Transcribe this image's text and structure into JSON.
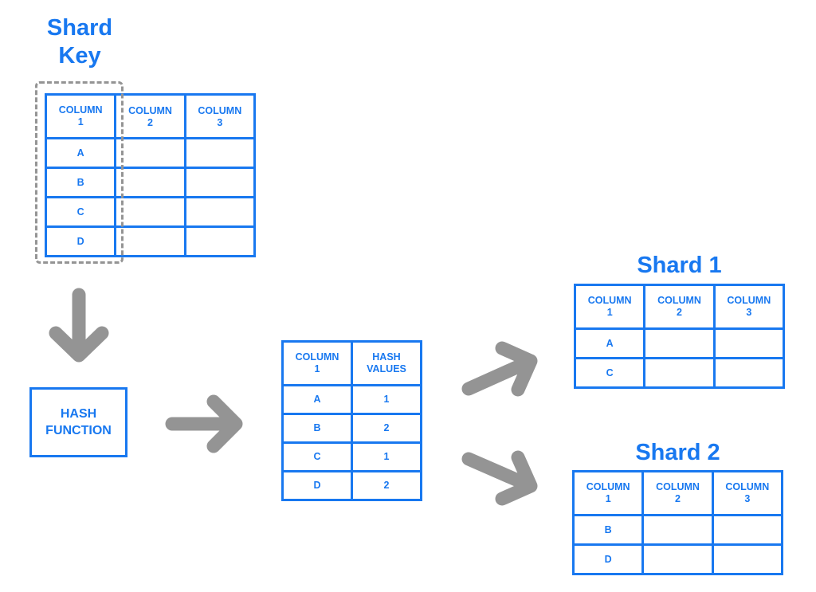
{
  "colors": {
    "accent": "#1878f0",
    "arrow": "#949494",
    "dash": "#949494"
  },
  "shard_key": {
    "title_line1": "Shard",
    "title_line2": "Key",
    "headers": [
      [
        "COLUMN",
        "1"
      ],
      [
        "COLUMN",
        "2"
      ],
      [
        "COLUMN",
        "3"
      ]
    ],
    "rows": [
      [
        "A",
        "",
        ""
      ],
      [
        "B",
        "",
        ""
      ],
      [
        "C",
        "",
        ""
      ],
      [
        "D",
        "",
        ""
      ]
    ]
  },
  "hash_function": {
    "line1": "HASH",
    "line2": "FUNCTION"
  },
  "hash_table": {
    "headers": [
      [
        "COLUMN",
        "1"
      ],
      [
        "HASH",
        "VALUES"
      ]
    ],
    "rows": [
      [
        "A",
        "1"
      ],
      [
        "B",
        "2"
      ],
      [
        "C",
        "1"
      ],
      [
        "D",
        "2"
      ]
    ]
  },
  "shard1": {
    "title": "Shard 1",
    "headers": [
      [
        "COLUMN",
        "1"
      ],
      [
        "COLUMN",
        "2"
      ],
      [
        "COLUMN",
        "3"
      ]
    ],
    "rows": [
      [
        "A",
        "",
        ""
      ],
      [
        "C",
        "",
        ""
      ]
    ]
  },
  "shard2": {
    "title": "Shard 2",
    "headers": [
      [
        "COLUMN",
        "1"
      ],
      [
        "COLUMN",
        "2"
      ],
      [
        "COLUMN",
        "3"
      ]
    ],
    "rows": [
      [
        "B",
        "",
        ""
      ],
      [
        "D",
        "",
        ""
      ]
    ]
  },
  "arrows": [
    "down-arrow-icon",
    "right-arrow-icon",
    "up-right-arrow-icon",
    "down-right-arrow-icon"
  ]
}
